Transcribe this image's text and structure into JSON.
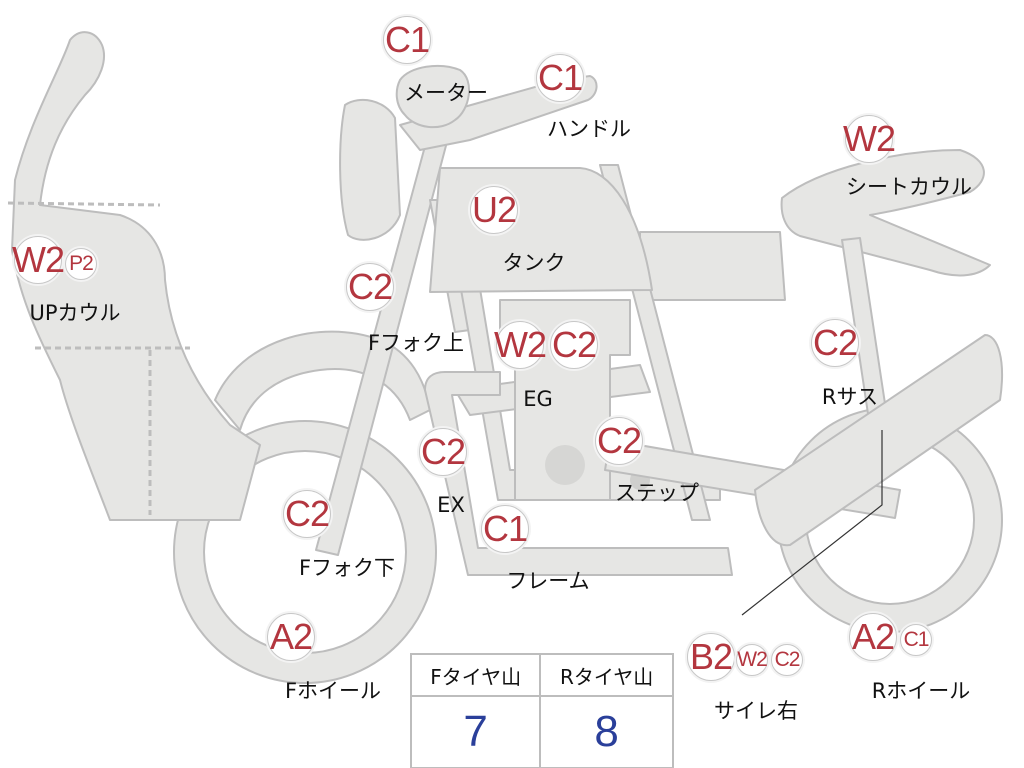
{
  "parts": {
    "meter": {
      "label": "メーター",
      "grades": [
        "C1"
      ]
    },
    "handle": {
      "label": "ハンドル",
      "grades": [
        "C1"
      ]
    },
    "seat_cowl": {
      "label": "シートカウル",
      "grades": [
        "W2"
      ]
    },
    "tank": {
      "label": "タンク",
      "grades": [
        "U2"
      ]
    },
    "up_cowl": {
      "label": "UPカウル",
      "grades": [
        "W2",
        "P2"
      ]
    },
    "f_fork_upper": {
      "label": "Fフォク上",
      "grades": [
        "C2"
      ]
    },
    "engine": {
      "label": "EG",
      "grades": [
        "W2",
        "C2"
      ]
    },
    "r_sus": {
      "label": "Rサス",
      "grades": [
        "C2"
      ]
    },
    "exhaust": {
      "label": "EX",
      "grades": [
        "C2"
      ]
    },
    "step": {
      "label": "ステップ",
      "grades": [
        "C2"
      ]
    },
    "f_fork_lower": {
      "label": "Fフォク下",
      "grades": [
        "C2"
      ]
    },
    "frame": {
      "label": "フレーム",
      "grades": [
        "C1"
      ]
    },
    "f_wheel": {
      "label": "Fホイール",
      "grades": [
        "A2"
      ]
    },
    "muffler_r": {
      "label": "サイレ右",
      "grades": [
        "B2",
        "W2",
        "C2"
      ]
    },
    "r_wheel": {
      "label": "Rホイール",
      "grades": [
        "A2",
        "C1"
      ]
    }
  },
  "tire_tread": {
    "headers": [
      "Fタイヤ山",
      "Rタイヤ山"
    ],
    "values": [
      "7",
      "8"
    ]
  },
  "colors": {
    "body": "#e6e6e4",
    "outline": "#bdbdbd",
    "grade": "#b3363f",
    "value": "#2a3f9a"
  }
}
